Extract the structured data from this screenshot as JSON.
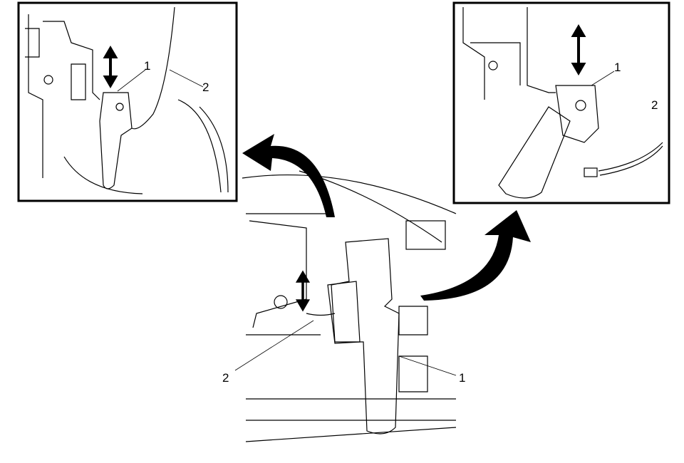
{
  "diagram": {
    "left_inset": {
      "callouts": [
        "1",
        "2"
      ]
    },
    "right_inset": {
      "callouts": [
        "1",
        "2"
      ]
    },
    "main_view": {
      "callouts": [
        "2",
        "1"
      ]
    },
    "colors": {
      "line": "#000000",
      "background": "#ffffff"
    }
  }
}
